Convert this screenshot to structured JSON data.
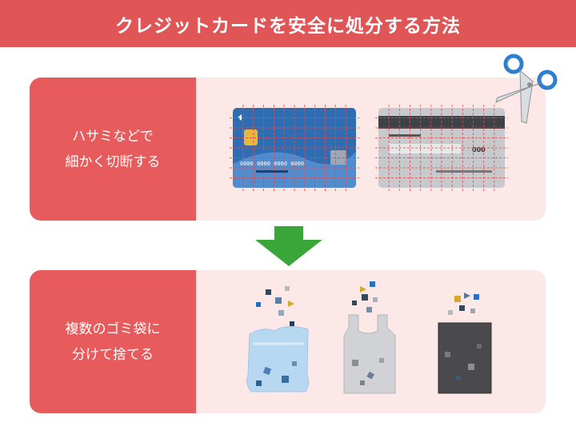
{
  "title": "クレジットカードを安全に処分する方法",
  "step1": {
    "line1": "ハサミなどで",
    "line2": "細かく切断する",
    "card_number": "0000 0000 0000 0000",
    "back_code": "000"
  },
  "step2": {
    "line1": "複数のゴミ袋に",
    "line2": "分けて捨てる"
  },
  "colors": {
    "banner": "#e05657",
    "panel_bg": "#fde8e8",
    "label_bg": "#e85b5c",
    "arrow": "#3aa639",
    "card_front": "#2f6db3",
    "cut_lines": "#e8484a"
  }
}
